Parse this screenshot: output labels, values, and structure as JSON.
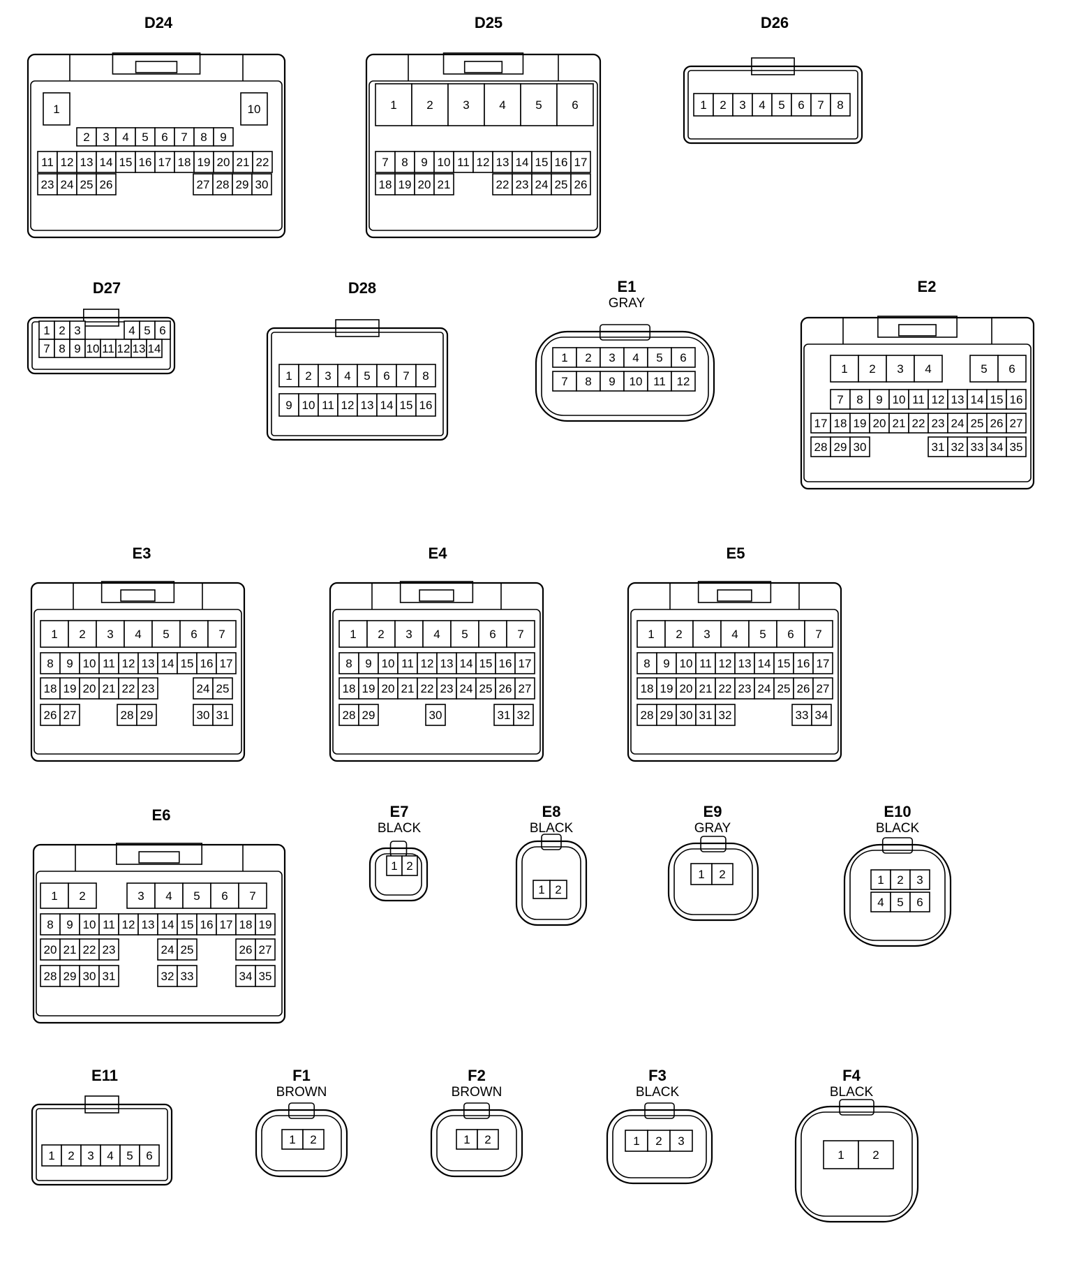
{
  "connectors": [
    {
      "id": "D24",
      "color": "",
      "pins": [
        "1",
        "10",
        "2",
        "3",
        "4",
        "5",
        "6",
        "7",
        "8",
        "9",
        "11",
        "12",
        "13",
        "14",
        "15",
        "16",
        "17",
        "18",
        "19",
        "20",
        "21",
        "22",
        "23",
        "24",
        "25",
        "26",
        "27",
        "28",
        "29",
        "30"
      ]
    },
    {
      "id": "D25",
      "color": "",
      "pins": [
        "1",
        "2",
        "3",
        "4",
        "5",
        "6",
        "7",
        "8",
        "9",
        "10",
        "11",
        "12",
        "13",
        "14",
        "15",
        "16",
        "17",
        "18",
        "19",
        "20",
        "21",
        "22",
        "23",
        "24",
        "25",
        "26"
      ]
    },
    {
      "id": "D26",
      "color": "",
      "pins": [
        "1",
        "2",
        "3",
        "4",
        "5",
        "6",
        "7",
        "8"
      ]
    },
    {
      "id": "D27",
      "color": "",
      "pins": [
        "1",
        "2",
        "3",
        "4",
        "5",
        "6",
        "7",
        "8",
        "9",
        "10",
        "11",
        "12",
        "13",
        "14"
      ]
    },
    {
      "id": "D28",
      "color": "",
      "pins": [
        "1",
        "2",
        "3",
        "4",
        "5",
        "6",
        "7",
        "8",
        "9",
        "10",
        "11",
        "12",
        "13",
        "14",
        "15",
        "16"
      ]
    },
    {
      "id": "E1",
      "color": "GRAY",
      "pins": [
        "1",
        "2",
        "3",
        "4",
        "5",
        "6",
        "7",
        "8",
        "9",
        "10",
        "11",
        "12"
      ]
    },
    {
      "id": "E2",
      "color": "",
      "pins": [
        "1",
        "2",
        "3",
        "4",
        "5",
        "6",
        "7",
        "8",
        "9",
        "10",
        "11",
        "12",
        "13",
        "14",
        "15",
        "16",
        "17",
        "18",
        "19",
        "20",
        "21",
        "22",
        "23",
        "24",
        "25",
        "26",
        "27",
        "28",
        "29",
        "30",
        "31",
        "32",
        "33",
        "34",
        "35"
      ]
    },
    {
      "id": "E3",
      "color": "",
      "pins": [
        "1",
        "2",
        "3",
        "4",
        "5",
        "6",
        "7",
        "8",
        "9",
        "10",
        "11",
        "12",
        "13",
        "14",
        "15",
        "16",
        "17",
        "18",
        "19",
        "20",
        "21",
        "22",
        "23",
        "24",
        "25",
        "26",
        "27",
        "28",
        "29",
        "30",
        "31"
      ]
    },
    {
      "id": "E4",
      "color": "",
      "pins": [
        "1",
        "2",
        "3",
        "4",
        "5",
        "6",
        "7",
        "8",
        "9",
        "10",
        "11",
        "12",
        "13",
        "14",
        "15",
        "16",
        "17",
        "18",
        "19",
        "20",
        "21",
        "22",
        "23",
        "24",
        "25",
        "26",
        "27",
        "28",
        "29",
        "30",
        "31",
        "32"
      ]
    },
    {
      "id": "E5",
      "color": "",
      "pins": [
        "1",
        "2",
        "3",
        "4",
        "5",
        "6",
        "7",
        "8",
        "9",
        "10",
        "11",
        "12",
        "13",
        "14",
        "15",
        "16",
        "17",
        "18",
        "19",
        "20",
        "21",
        "22",
        "23",
        "24",
        "25",
        "26",
        "27",
        "28",
        "29",
        "30",
        "31",
        "32",
        "33",
        "34"
      ]
    },
    {
      "id": "E6",
      "color": "",
      "pins": [
        "1",
        "2",
        "3",
        "4",
        "5",
        "6",
        "7",
        "8",
        "9",
        "10",
        "11",
        "12",
        "13",
        "14",
        "15",
        "16",
        "17",
        "18",
        "19",
        "20",
        "21",
        "22",
        "23",
        "24",
        "25",
        "26",
        "27",
        "28",
        "29",
        "30",
        "31",
        "32",
        "33",
        "34",
        "35"
      ]
    },
    {
      "id": "E7",
      "color": "BLACK",
      "pins": [
        "1",
        "2"
      ]
    },
    {
      "id": "E8",
      "color": "BLACK",
      "pins": [
        "1",
        "2"
      ]
    },
    {
      "id": "E9",
      "color": "GRAY",
      "pins": [
        "1",
        "2"
      ]
    },
    {
      "id": "E10",
      "color": "BLACK",
      "pins": [
        "1",
        "2",
        "3",
        "4",
        "5",
        "6"
      ]
    },
    {
      "id": "E11",
      "color": "",
      "pins": [
        "1",
        "2",
        "3",
        "4",
        "5",
        "6"
      ]
    },
    {
      "id": "F1",
      "color": "BROWN",
      "pins": [
        "1",
        "2"
      ]
    },
    {
      "id": "F2",
      "color": "BROWN",
      "pins": [
        "1",
        "2"
      ]
    },
    {
      "id": "F3",
      "color": "BLACK",
      "pins": [
        "1",
        "2",
        "3"
      ]
    },
    {
      "id": "F4",
      "color": "BLACK",
      "pins": [
        "1",
        "2"
      ]
    }
  ]
}
